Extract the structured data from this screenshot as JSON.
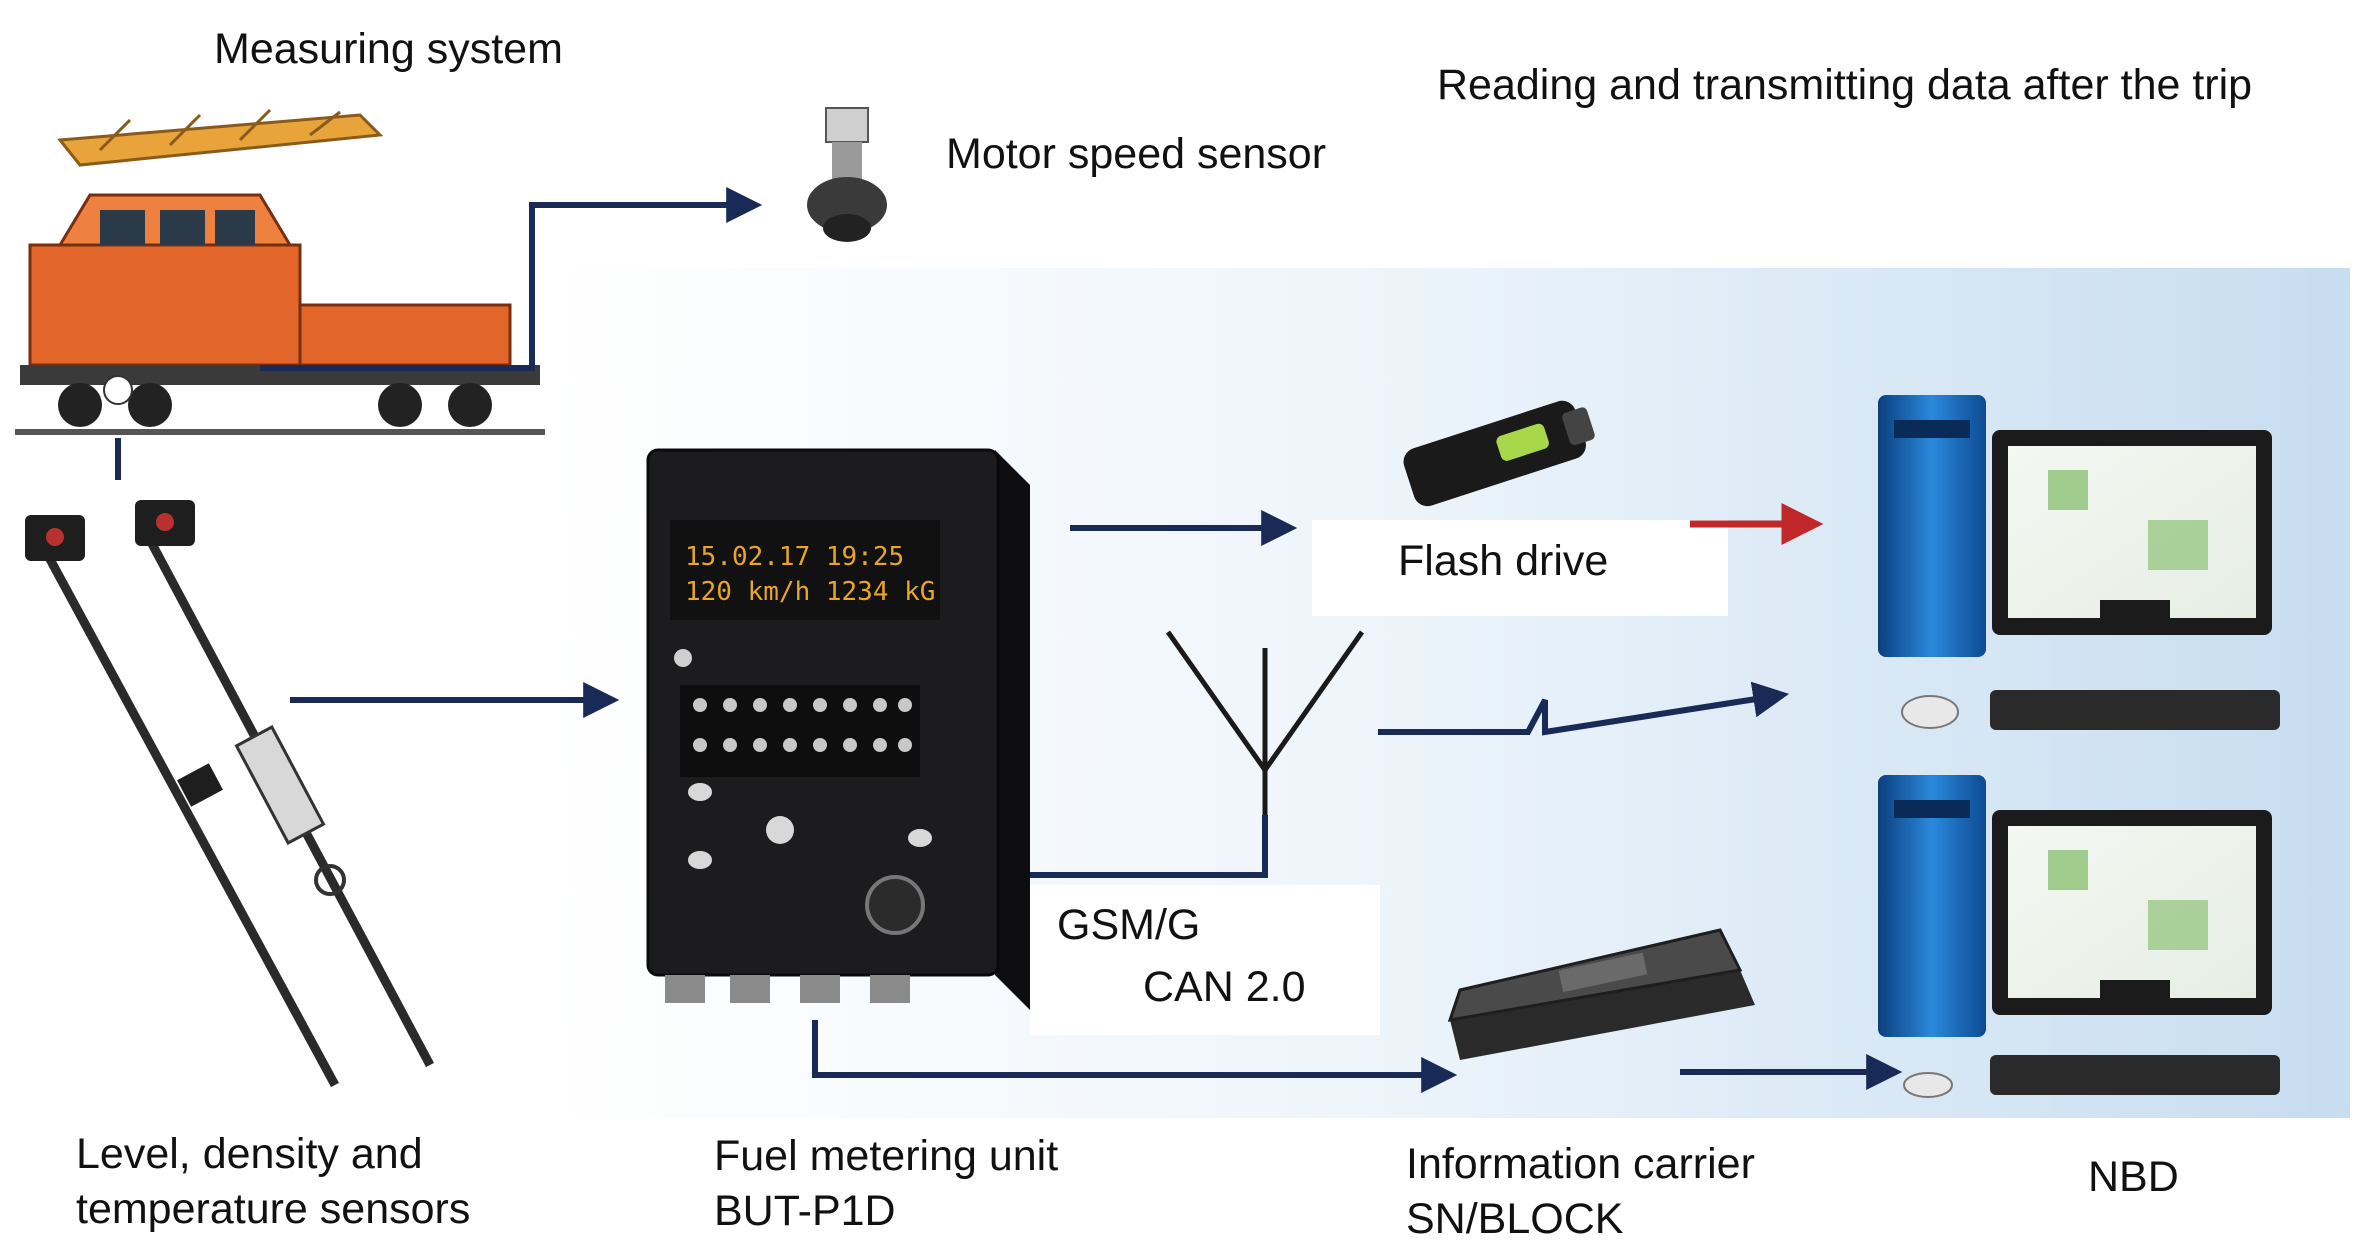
{
  "labels": {
    "measuring_system": "Measuring system",
    "motor_speed_sensor": "Motor speed sensor",
    "reading_transmitting": "Reading and transmitting data after the trip",
    "flash_drive": "Flash drive",
    "gsm": "GSM/G",
    "can": "CAN 2.0",
    "sensors_line1": "Level, density and",
    "sensors_line2": "temperature sensors",
    "fuel_unit_line1": "Fuel metering unit",
    "fuel_unit_line2": "BUT-P1D",
    "carrier_line1": "Information carrier",
    "carrier_line2": "SN/BLOCK",
    "nbd": "NBD"
  },
  "device_display": {
    "line1": "15.02.17  19:25",
    "line2": "120 km/h 1234 kG"
  },
  "colors": {
    "arrow": "#1a2a56",
    "red_arrow": "#c0282a",
    "loco_orange": "#e2662a",
    "device_body": "#1c1c1e",
    "display_text": "#e9a42a",
    "monitor_blue": "#1d74c7"
  }
}
